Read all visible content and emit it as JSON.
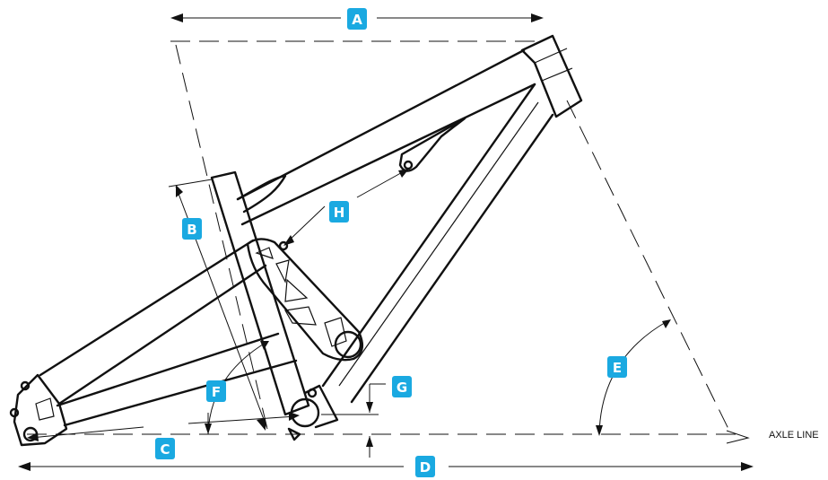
{
  "labels": {
    "A": "A",
    "B": "B",
    "C": "C",
    "D": "D",
    "E": "E",
    "F": "F",
    "G": "G",
    "H": "H"
  },
  "axle_line": "AXLE LINE",
  "colors": {
    "badge": "#1aa9e1",
    "line": "#111111",
    "background": "#ffffff"
  }
}
